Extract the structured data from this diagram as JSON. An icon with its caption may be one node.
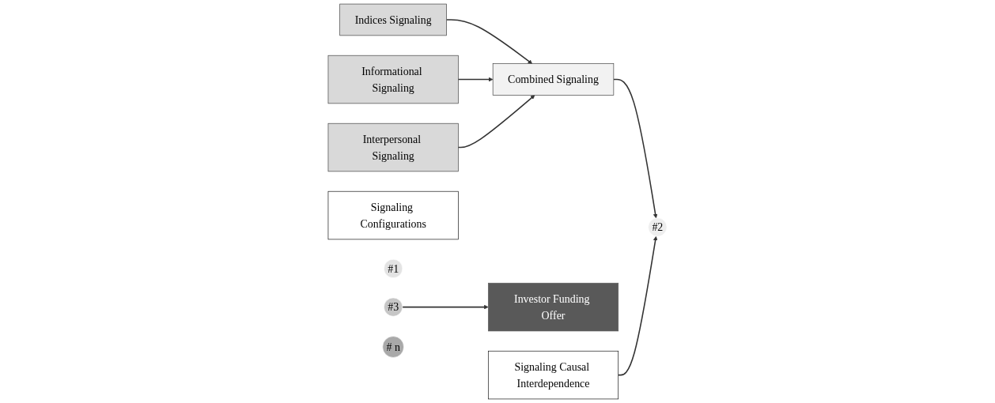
{
  "diagram": {
    "nodes": [
      {
        "text": [
          "Indices Signaling"
        ]
      },
      {
        "text": [
          "Informational Signaling"
        ]
      },
      {
        "text": [
          "Interpersonal Signaling"
        ]
      },
      {
        "text": [
          "Combined Signaling"
        ]
      },
      {
        "text": [
          "Signaling Configurations"
        ]
      },
      {
        "text": [
          "#1"
        ]
      },
      {
        "text": [
          "#2"
        ]
      },
      {
        "text": [
          "#3"
        ]
      },
      {
        "text": [
          "# n"
        ]
      },
      {
        "text": [
          "Investor Funding Offer"
        ]
      },
      {
        "text": [
          "Signaling Causal Interdependence"
        ]
      }
    ],
    "edges": [
      {
        "from": 0,
        "to": 3,
        "arrow": "to"
      },
      {
        "from": 1,
        "to": 3,
        "arrow": "to"
      },
      {
        "from": 2,
        "to": 3,
        "arrow": "to"
      },
      {
        "from": 3,
        "to": 6,
        "arrow": "to"
      },
      {
        "from": 10,
        "to": 6,
        "arrow": "to"
      },
      {
        "from": 7,
        "to": 9,
        "arrow": "to"
      }
    ]
  }
}
